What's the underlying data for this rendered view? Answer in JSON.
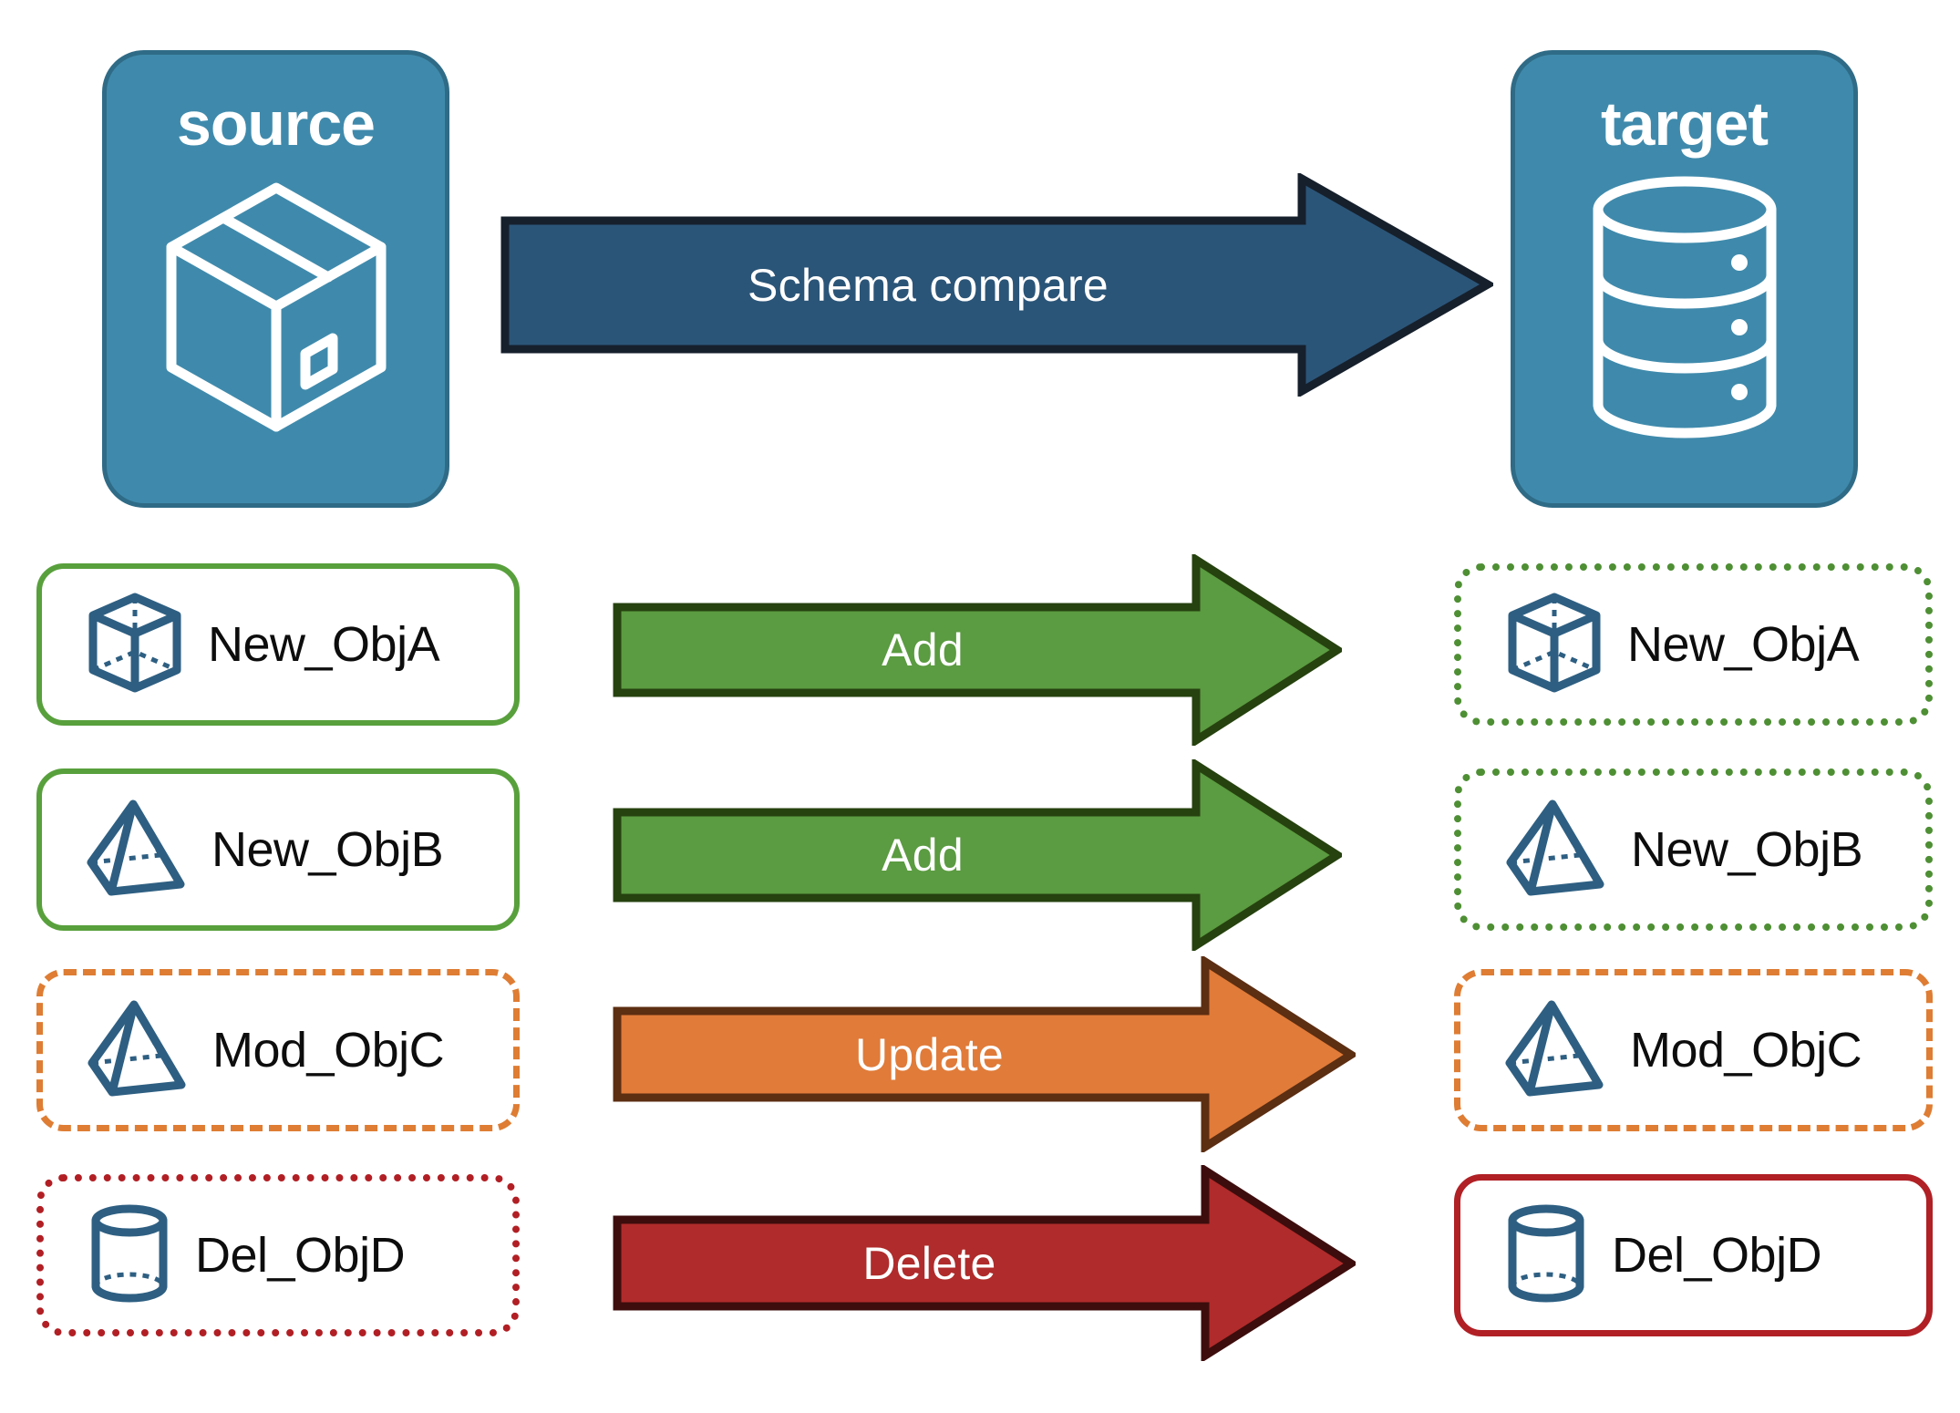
{
  "diagram": {
    "title": "Schema compare source to target",
    "colors": {
      "endpoint_fill": "#3F8AAC",
      "endpoint_border": "#2F6B86",
      "icon_blue": "#2E5F82",
      "compare_arrow_fill": "#2B5578",
      "compare_arrow_border": "#16202C",
      "add_fill": "#5B9B41",
      "add_border": "#26420F",
      "update_fill": "#E07B39",
      "update_border": "#5C2E12",
      "delete_fill": "#B02B2B",
      "delete_border": "#3D0D0D",
      "green_outline": "#58A03C",
      "orange_outline": "#DE7D33",
      "red_outline": "#B11F24"
    },
    "endpoints": [
      {
        "id": "source",
        "label": "source",
        "icon": "package-box-icon"
      },
      {
        "id": "target",
        "label": "target",
        "icon": "database-cylinder-icon"
      }
    ],
    "compare_arrow": {
      "label": "Schema compare",
      "direction": "right"
    },
    "rows": [
      {
        "action": "Add",
        "arrow_style": "add",
        "source": {
          "label": "New_ObjA",
          "icon": "wireframe-cube-icon",
          "border": "solid-green"
        },
        "target": {
          "label": "New_ObjA",
          "icon": "wireframe-cube-icon",
          "border": "dotted-green"
        }
      },
      {
        "action": "Add",
        "arrow_style": "add",
        "source": {
          "label": "New_ObjB",
          "icon": "wireframe-pyramid-icon",
          "border": "solid-green"
        },
        "target": {
          "label": "New_ObjB",
          "icon": "wireframe-pyramid-icon",
          "border": "dotted-green"
        }
      },
      {
        "action": "Update",
        "arrow_style": "update",
        "source": {
          "label": "Mod_ObjC",
          "icon": "wireframe-pyramid-icon",
          "border": "dashed-orange"
        },
        "target": {
          "label": "Mod_ObjC",
          "icon": "wireframe-pyramid-icon",
          "border": "dashed-orange"
        }
      },
      {
        "action": "Delete",
        "arrow_style": "delete",
        "source": {
          "label": "Del_ObjD",
          "icon": "wireframe-cylinder-icon",
          "border": "dotted-red"
        },
        "target": {
          "label": "Del_ObjD",
          "icon": "wireframe-cylinder-icon",
          "border": "solid-red"
        }
      }
    ]
  }
}
